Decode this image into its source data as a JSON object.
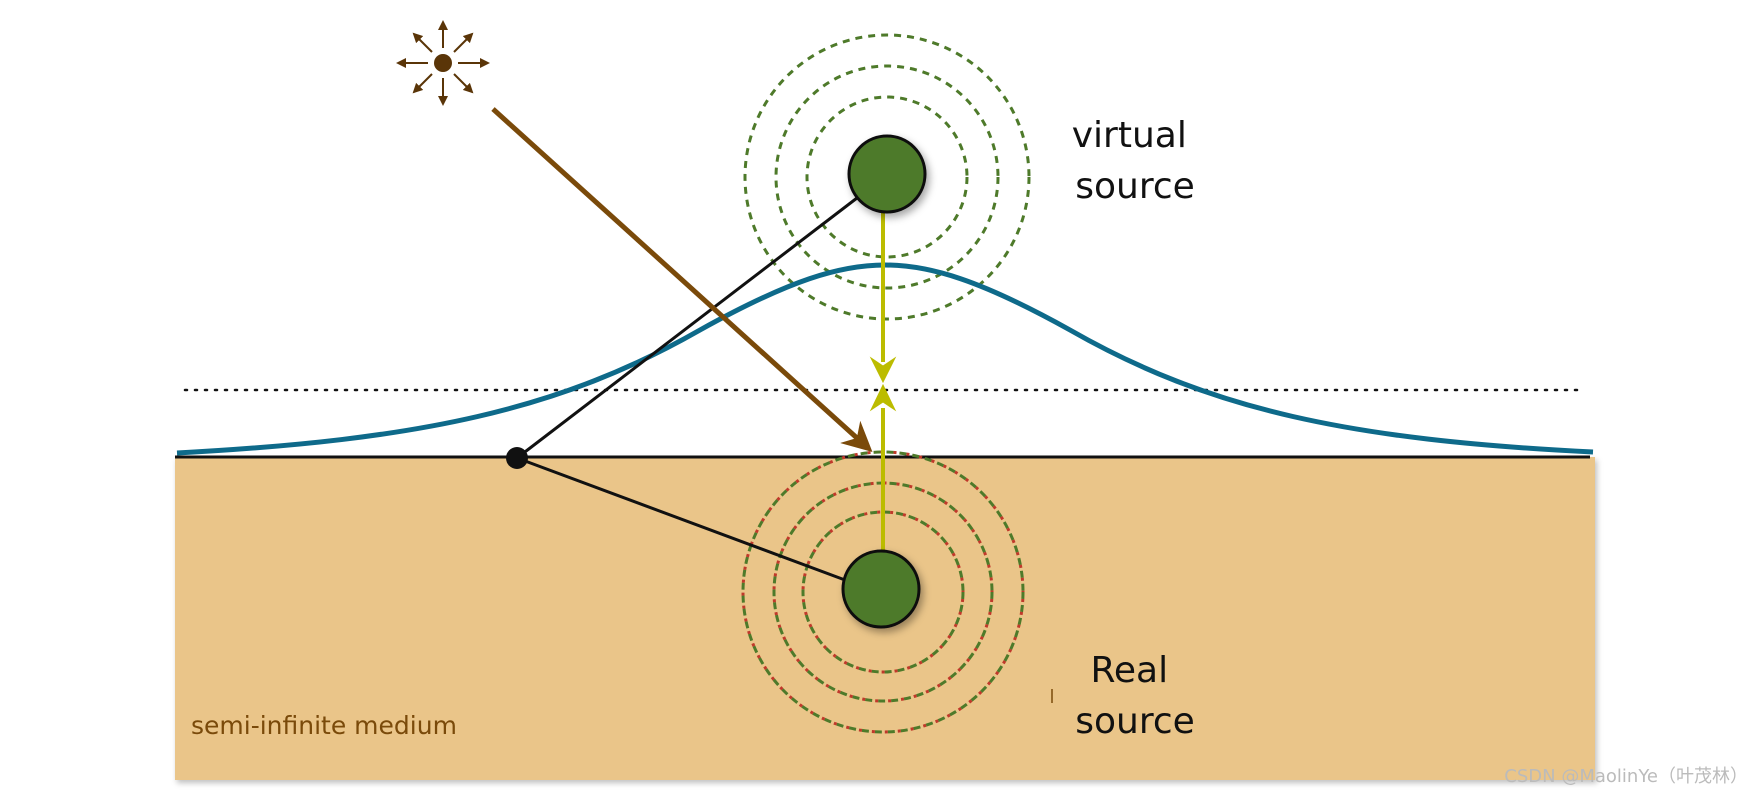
{
  "labels": {
    "virtual_source": [
      "virtual",
      "source"
    ],
    "real_source": [
      "Real",
      "source"
    ],
    "medium": "semi-infinite medium"
  },
  "watermark": "CSDN @MaolinYe（叶茂林）",
  "colors": {
    "medium_fill": "#EAC589",
    "source_fill": "#4E7A2A",
    "virtual_rings": "#4E7A2A",
    "real_rings_outer": "#4E7A2A",
    "real_rings_inner": "#C0392B",
    "profile_curve": "#0E6A8A",
    "light_ray": "#7A4A0A",
    "light_source": "#5A3508",
    "axis_arrows": "#BCBC00",
    "medium_text": "#7A4A0A",
    "watermark_text": "#BBBBBB"
  },
  "icons": {
    "light_source": "sun-burst-icon"
  }
}
